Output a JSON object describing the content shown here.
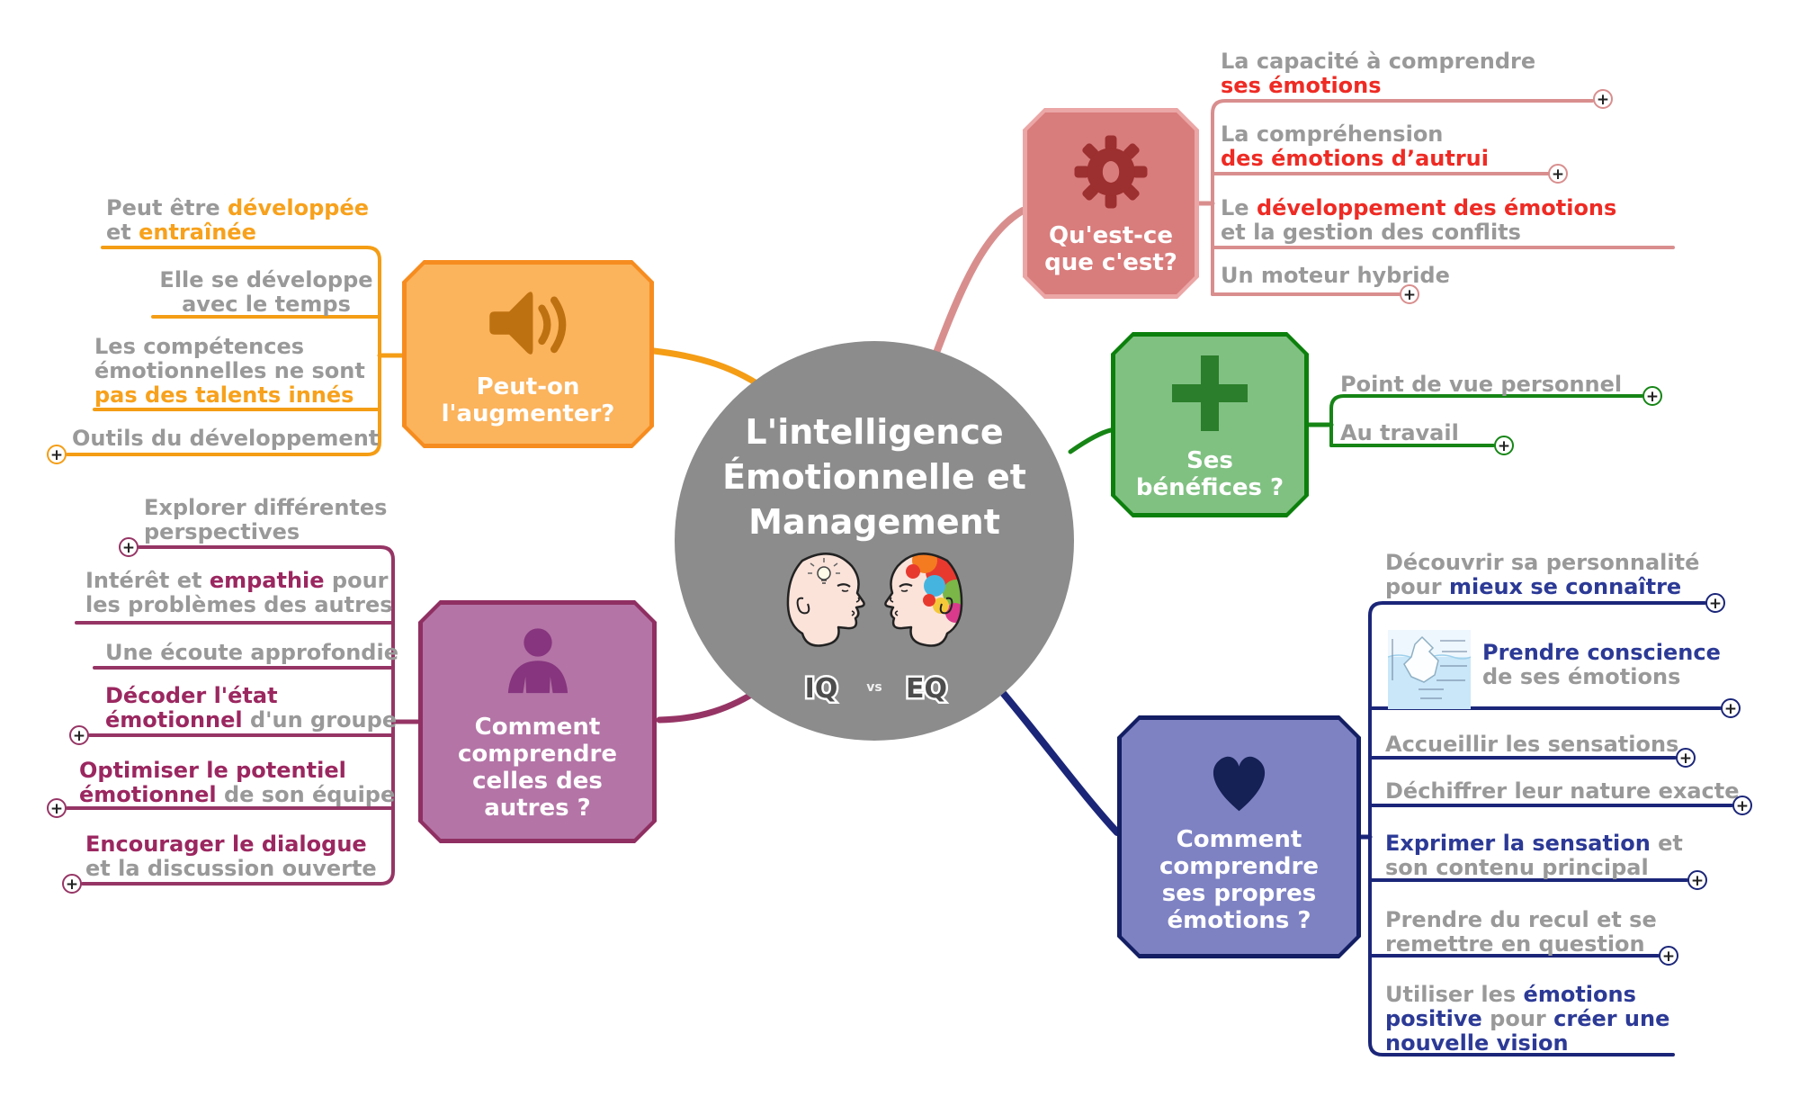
{
  "ui": {
    "plus": "+"
  },
  "colors": {
    "center_bg": "#8C8C8C",
    "gray_text": "#999999",
    "red": {
      "line": "#D98E8E",
      "em": "#EE2B24",
      "fill": "#D97C7C",
      "border": "#EBA6A6",
      "icon": "#9C2F2F"
    },
    "green": {
      "line": "#168516",
      "em": "#168516",
      "fill": "#80C182",
      "border": "#0C800C",
      "icon": "#2B7E2B"
    },
    "blue": {
      "line": "#1B2679",
      "em": "#2C3A96",
      "fill": "#7E82C3",
      "border": "#131E63",
      "icon": "#152055"
    },
    "orange": {
      "line": "#F49D15",
      "em": "#F7A11C",
      "fill": "#FBB35C",
      "border": "#F68C1F",
      "icon": "#BE7110"
    },
    "purple": {
      "line": "#963565",
      "em": "#9B2760",
      "fill": "#B474A6",
      "border": "#8F2F62",
      "icon": "#86357E"
    }
  },
  "center": {
    "title": "L'intelligence\nÉmotionnelle et\nManagement",
    "iq": "IQ",
    "vs": "vs",
    "eq": "EQ"
  },
  "branches": {
    "what": {
      "label": "Qu'est-ce\nque c'est?",
      "icon": "gear-icon",
      "children": [
        {
          "segments": [
            {
              "t": "La capacité à comprendre\n"
            },
            {
              "t": "ses émotions",
              "em": true
            }
          ],
          "plus": true
        },
        {
          "segments": [
            {
              "t": "La compréhension\n"
            },
            {
              "t": "des émotions d’autrui",
              "em": true
            }
          ],
          "plus": true
        },
        {
          "segments": [
            {
              "t": "Le "
            },
            {
              "t": "développement des émotions",
              "em": true
            },
            {
              "t": "\net la gestion des conflits"
            }
          ],
          "plus": false
        },
        {
          "segments": [
            {
              "t": "Un moteur hybride"
            }
          ],
          "plus": true
        }
      ]
    },
    "benefits": {
      "label": "Ses\nbénéfices ?",
      "icon": "plus-sign-icon",
      "children": [
        {
          "segments": [
            {
              "t": "Point de vue personnel"
            }
          ],
          "plus": true
        },
        {
          "segments": [
            {
              "t": "Au travail"
            }
          ],
          "plus": true
        }
      ]
    },
    "self": {
      "label": "Comment\ncomprendre\nses propres\némotions ?",
      "icon": "heart-icon",
      "children": [
        {
          "segments": [
            {
              "t": "Découvrir sa personnalité\npour "
            },
            {
              "t": "mieux se connaître",
              "em": true
            }
          ],
          "plus": true
        },
        {
          "segments": [
            {
              "t": "Prendre conscience",
              "em": true
            },
            {
              "t": "\nde ses émotions"
            }
          ],
          "plus": true,
          "image": "iceberg-diagram"
        },
        {
          "segments": [
            {
              "t": "Accueillir les sensations"
            }
          ],
          "plus": true
        },
        {
          "segments": [
            {
              "t": "Déchiffrer leur nature exacte"
            }
          ],
          "plus": true
        },
        {
          "segments": [
            {
              "t": "Exprimer la sensation",
              "em": true
            },
            {
              "t": " et\nson contenu principal"
            }
          ],
          "plus": true
        },
        {
          "segments": [
            {
              "t": "Prendre du recul et se\nremettre en question"
            }
          ],
          "plus": true
        },
        {
          "segments": [
            {
              "t": "Utiliser les "
            },
            {
              "t": "émotions\npositive",
              "em": true
            },
            {
              "t": " pour "
            },
            {
              "t": "créer une\nnouvelle vision",
              "em": true
            }
          ],
          "plus": false
        }
      ]
    },
    "augment": {
      "label": "Peut-on\nl'augmenter?",
      "icon": "speaker-icon",
      "children": [
        {
          "segments": [
            {
              "t": "Peut être "
            },
            {
              "t": "développée",
              "em": true
            },
            {
              "t": "\net "
            },
            {
              "t": "entraînée",
              "em": true
            }
          ],
          "plus": false
        },
        {
          "segments": [
            {
              "t": "Elle se développe\navec le temps"
            }
          ],
          "plus": false
        },
        {
          "segments": [
            {
              "t": "Les compétences\némotionnelles ne sont\n"
            },
            {
              "t": "pas des talents innés",
              "em": true
            }
          ],
          "plus": false
        },
        {
          "segments": [
            {
              "t": "Outils du développement"
            }
          ],
          "plus": true
        }
      ]
    },
    "others": {
      "label": "Comment\ncomprendre\ncelles des\nautres ?",
      "icon": "person-icon",
      "children": [
        {
          "segments": [
            {
              "t": "Explorer différentes\nperspectives"
            }
          ],
          "plus": true
        },
        {
          "segments": [
            {
              "t": "Intérêt et "
            },
            {
              "t": "empathie",
              "em": true
            },
            {
              "t": " pour\nles problèmes des autres"
            }
          ],
          "plus": false
        },
        {
          "segments": [
            {
              "t": "Une écoute approfondie"
            }
          ],
          "plus": false
        },
        {
          "segments": [
            {
              "t": "Décoder l'état\némotionnel",
              "em": true
            },
            {
              "t": " d'un groupe"
            }
          ],
          "plus": true
        },
        {
          "segments": [
            {
              "t": "Optimiser le potentiel\némotionnel",
              "em": true
            },
            {
              "t": " de son équipe"
            }
          ],
          "plus": true
        },
        {
          "segments": [
            {
              "t": "Encourager le dialogue",
              "em": true
            },
            {
              "t": "\net la discussion ouverte"
            }
          ],
          "plus": true
        }
      ]
    }
  }
}
